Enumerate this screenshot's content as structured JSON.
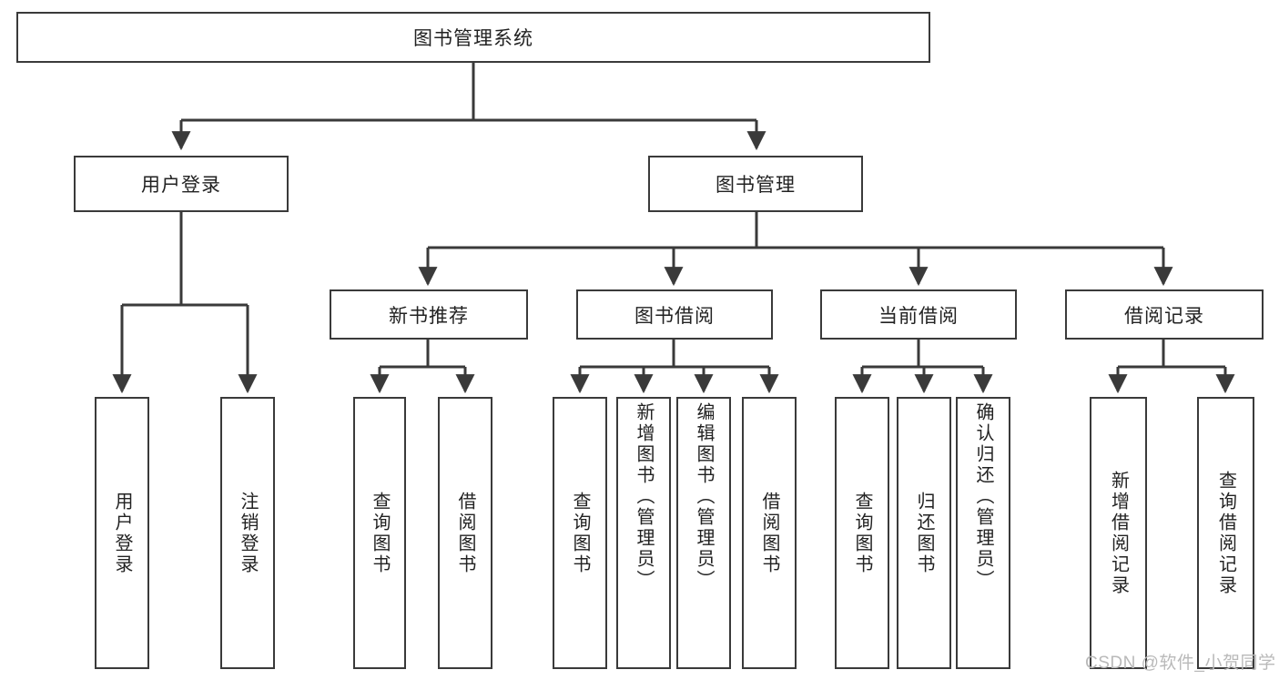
{
  "diagram": {
    "type": "hierarchy-tree",
    "title": "图书管理系统",
    "watermark": "CSDN @软件_小贺同学",
    "colors": {
      "node_border": "#3a3a3a",
      "node_fill": "#ffffff",
      "connector": "#3a3a3a",
      "text": "#222222",
      "watermark": "#b9b9b9"
    },
    "root": {
      "label": "图书管理系统"
    },
    "level2": [
      {
        "label": "用户登录"
      },
      {
        "label": "图书管理"
      }
    ],
    "level3": [
      {
        "label": "新书推荐"
      },
      {
        "label": "图书借阅"
      },
      {
        "label": "当前借阅"
      },
      {
        "label": "借阅记录"
      }
    ],
    "leaves": [
      {
        "label": "用户登录",
        "parent": "用户登录"
      },
      {
        "label": "注销登录",
        "parent": "用户登录"
      },
      {
        "label": "查询图书",
        "parent": "新书推荐"
      },
      {
        "label": "借阅图书",
        "parent": "新书推荐"
      },
      {
        "label": "查询图书",
        "parent": "图书借阅"
      },
      {
        "label": "新增图书（管理员）",
        "parent": "图书借阅"
      },
      {
        "label": "编辑图书（管理员）",
        "parent": "图书借阅"
      },
      {
        "label": "借阅图书",
        "parent": "图书借阅"
      },
      {
        "label": "查询图书",
        "parent": "当前借阅"
      },
      {
        "label": "归还图书",
        "parent": "当前借阅"
      },
      {
        "label": "确认归还（管理员）",
        "parent": "当前借阅"
      },
      {
        "label": "新增借阅记录",
        "parent": "借阅记录"
      },
      {
        "label": "查询借阅记录",
        "parent": "借阅记录"
      }
    ]
  }
}
